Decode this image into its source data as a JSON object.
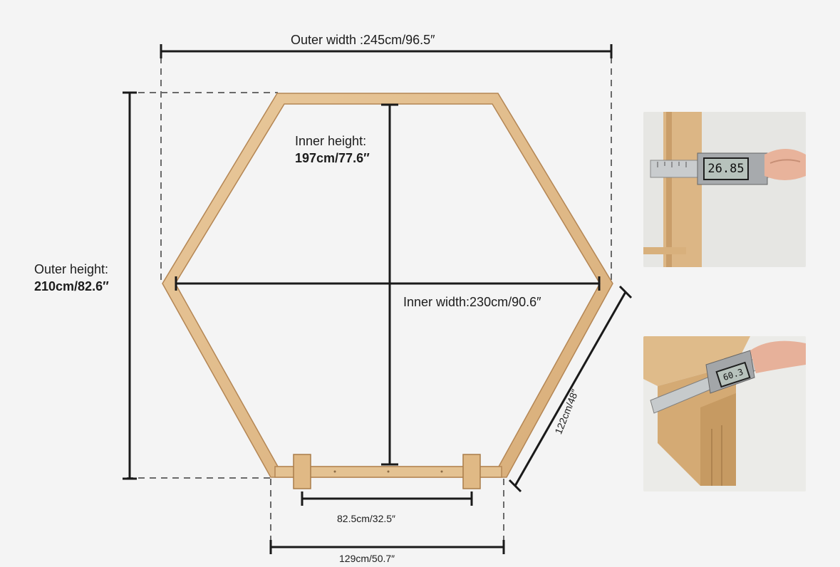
{
  "dimensions": {
    "outer_width": "Outer width :245cm/96.5″",
    "inner_height_line1": "Inner height:",
    "inner_height_line2": "197cm/77.6″",
    "outer_height_line1": "Outer height:",
    "outer_height_line2": "210cm/82.6″",
    "inner_width": "Inner width:230cm/90.6″",
    "side_length": "122cm/48″",
    "feet_spacing": "82.5cm/32.5″",
    "base_width": "129cm/50.7″"
  },
  "photos": {
    "caliper_top_reading": "26.85",
    "caliper_bottom_reading": "60.3"
  },
  "colors": {
    "background": "#f4f4f4",
    "wood": "#e2bd8c",
    "wood_dark": "#b98d5a",
    "line": "#1a1a1a",
    "dashed": "#666666"
  }
}
